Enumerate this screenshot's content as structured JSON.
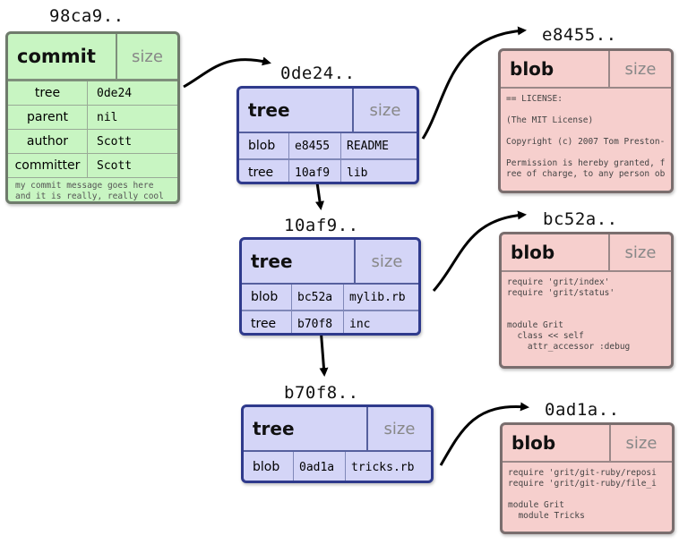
{
  "commit": {
    "hash": "98ca9..",
    "type": "commit",
    "size": "size",
    "fields": [
      {
        "key": "tree",
        "value": "0de24"
      },
      {
        "key": "parent",
        "value": "nil"
      },
      {
        "key": "author",
        "value": "Scott"
      },
      {
        "key": "committer",
        "value": "Scott"
      }
    ],
    "message": [
      "my commit message goes here",
      "and it is really, really cool"
    ]
  },
  "trees": [
    {
      "hash": "0de24..",
      "type": "tree",
      "size": "size",
      "entries": [
        {
          "kind": "blob",
          "sha": "e8455",
          "name": "README"
        },
        {
          "kind": "tree",
          "sha": "10af9",
          "name": "lib"
        }
      ]
    },
    {
      "hash": "10af9..",
      "type": "tree",
      "size": "size",
      "entries": [
        {
          "kind": "blob",
          "sha": "bc52a",
          "name": "mylib.rb"
        },
        {
          "kind": "tree",
          "sha": "b70f8",
          "name": "inc"
        }
      ]
    },
    {
      "hash": "b70f8..",
      "type": "tree",
      "size": "size",
      "entries": [
        {
          "kind": "blob",
          "sha": "0ad1a",
          "name": "tricks.rb"
        }
      ]
    }
  ],
  "blobs": [
    {
      "hash": "e8455..",
      "type": "blob",
      "size": "size",
      "content": "== LICENSE:\n\n(The MIT License)\n\nCopyright (c) 2007 Tom Preston-\n\nPermission is hereby granted, f\nree of charge, to any person ob"
    },
    {
      "hash": "bc52a..",
      "type": "blob",
      "size": "size",
      "content": "require 'grit/index'\nrequire 'grit/status'\n\n\nmodule Grit\n  class << self\n    attr_accessor :debug"
    },
    {
      "hash": "0ad1a..",
      "type": "blob",
      "size": "size",
      "content": "require 'grit/git-ruby/reposi\nrequire 'grit/git-ruby/file_i\n\nmodule Grit\n  module Tricks"
    }
  ]
}
